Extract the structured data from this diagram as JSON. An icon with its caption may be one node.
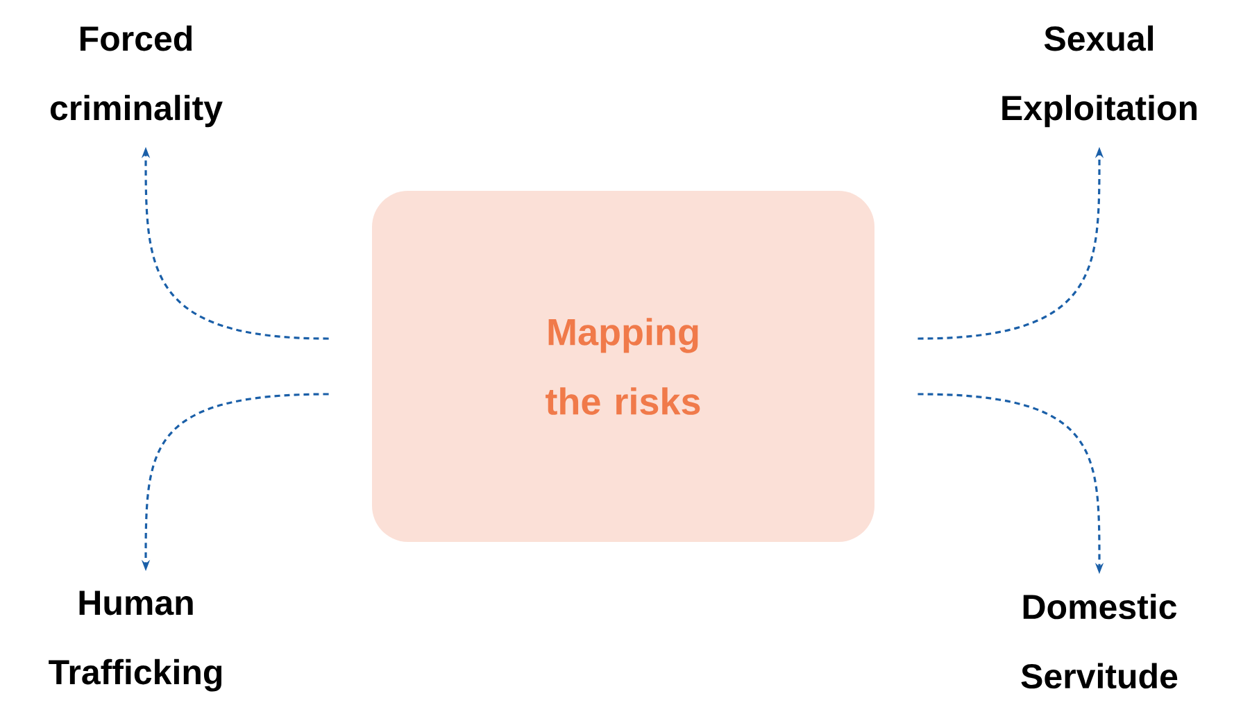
{
  "diagram": {
    "nodes": [
      {
        "text": [
          "Mapping the risks"
        ]
      },
      {
        "text": [
          "Forced criminality"
        ]
      },
      {
        "text": [
          "Sexual Exploitation"
        ]
      },
      {
        "text": [
          "Human Trafficking"
        ]
      },
      {
        "text": [
          "Domestic Servitude"
        ]
      }
    ],
    "edges": [
      {
        "from": 0,
        "to": 1,
        "arrow": "to",
        "style": "dashed"
      },
      {
        "from": 0,
        "to": 2,
        "arrow": "to",
        "style": "dashed"
      },
      {
        "from": 0,
        "to": 3,
        "arrow": "to",
        "style": "dashed"
      },
      {
        "from": 0,
        "to": 4,
        "arrow": "to",
        "style": "dashed"
      }
    ]
  }
}
